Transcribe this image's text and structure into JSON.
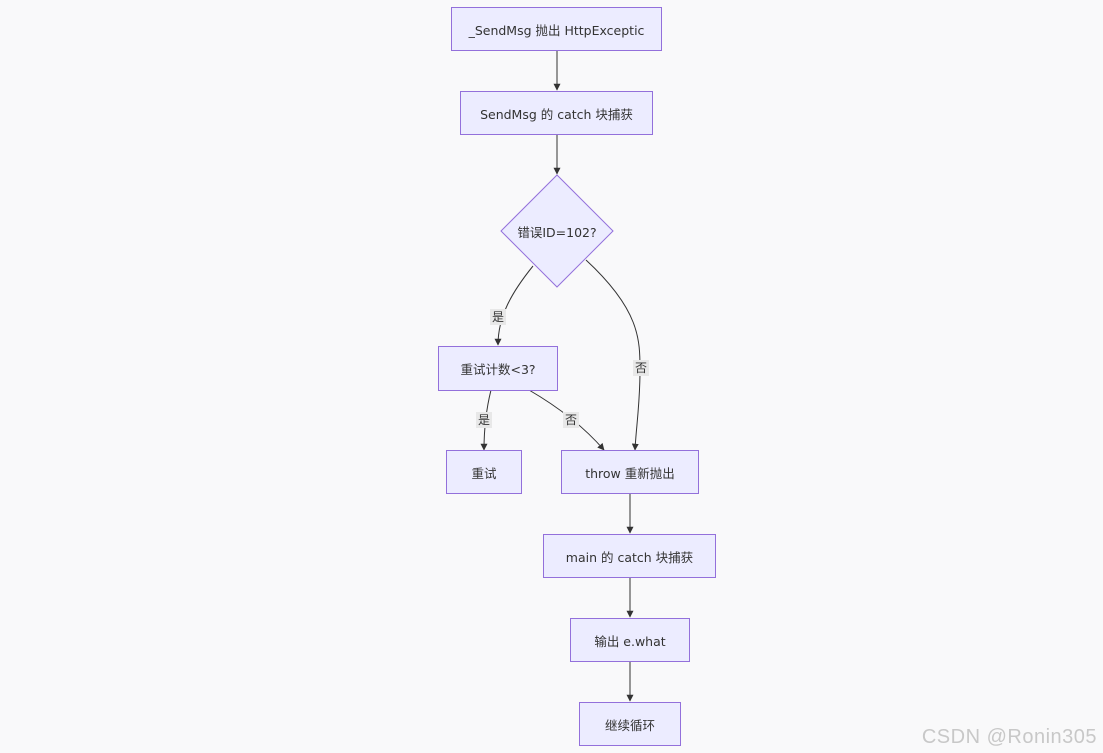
{
  "nodes": {
    "send_msg_throws": "_SendMsg 抛出 HttpExceptic",
    "sendmsg_catch": "SendMsg 的 catch 块捕获",
    "error_decision": "错误ID=102?",
    "retry_decision": "重试计数<3?",
    "retry": "重试",
    "rethrow": "throw 重新抛出",
    "main_catch": "main 的 catch 块捕获",
    "print_what": "输出 e.what",
    "continue_loop": "继续循环"
  },
  "edge_labels": {
    "error_yes": "是",
    "error_no": "否",
    "retry_yes": "是",
    "retry_no": "否"
  },
  "watermark": "CSDN @Ronin305",
  "colors": {
    "node_fill": "#ececff",
    "node_border": "#9370db",
    "edge": "#333333",
    "background": "#f9f9fa"
  }
}
